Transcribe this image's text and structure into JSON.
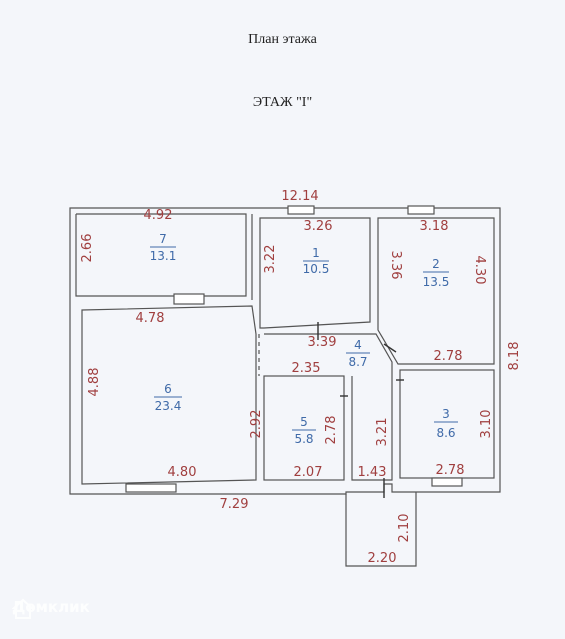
{
  "header": {
    "title": "План этажа",
    "subtitle": "ЭТАЖ \"I\""
  },
  "rooms": [
    {
      "num": "1",
      "area": "10.5"
    },
    {
      "num": "2",
      "area": "13.5"
    },
    {
      "num": "3",
      "area": "8.6"
    },
    {
      "num": "4",
      "area": "8.7"
    },
    {
      "num": "5",
      "area": "5.8"
    },
    {
      "num": "6",
      "area": "23.4"
    },
    {
      "num": "7",
      "area": "13.1"
    }
  ],
  "dims": {
    "overall_top": "12.14",
    "overall_right": "8.18",
    "overall_bottom": "7.29",
    "r7_width": "4.92",
    "r7_height": "2.66",
    "r1_width": "3.26",
    "r1_height": "3.22",
    "r1_bottom": "3.39",
    "r2_width": "3.18",
    "r2_height_left": "3.36",
    "r2_height_right": "4.30",
    "r2_bottom": "2.78",
    "r6_top": "4.78",
    "r6_height": "4.88",
    "r6_right": "2.92",
    "r6_bottom": "4.80",
    "r4_width": "2.35",
    "r4_height": "3.21",
    "r5_height": "2.78",
    "r5_bottom": "2.07",
    "r3_height": "3.10",
    "r3_bottom": "2.78",
    "entry_width": "1.43",
    "porch_height": "2.10",
    "porch_width": "2.20"
  },
  "watermark": {
    "text": "Домклик"
  }
}
